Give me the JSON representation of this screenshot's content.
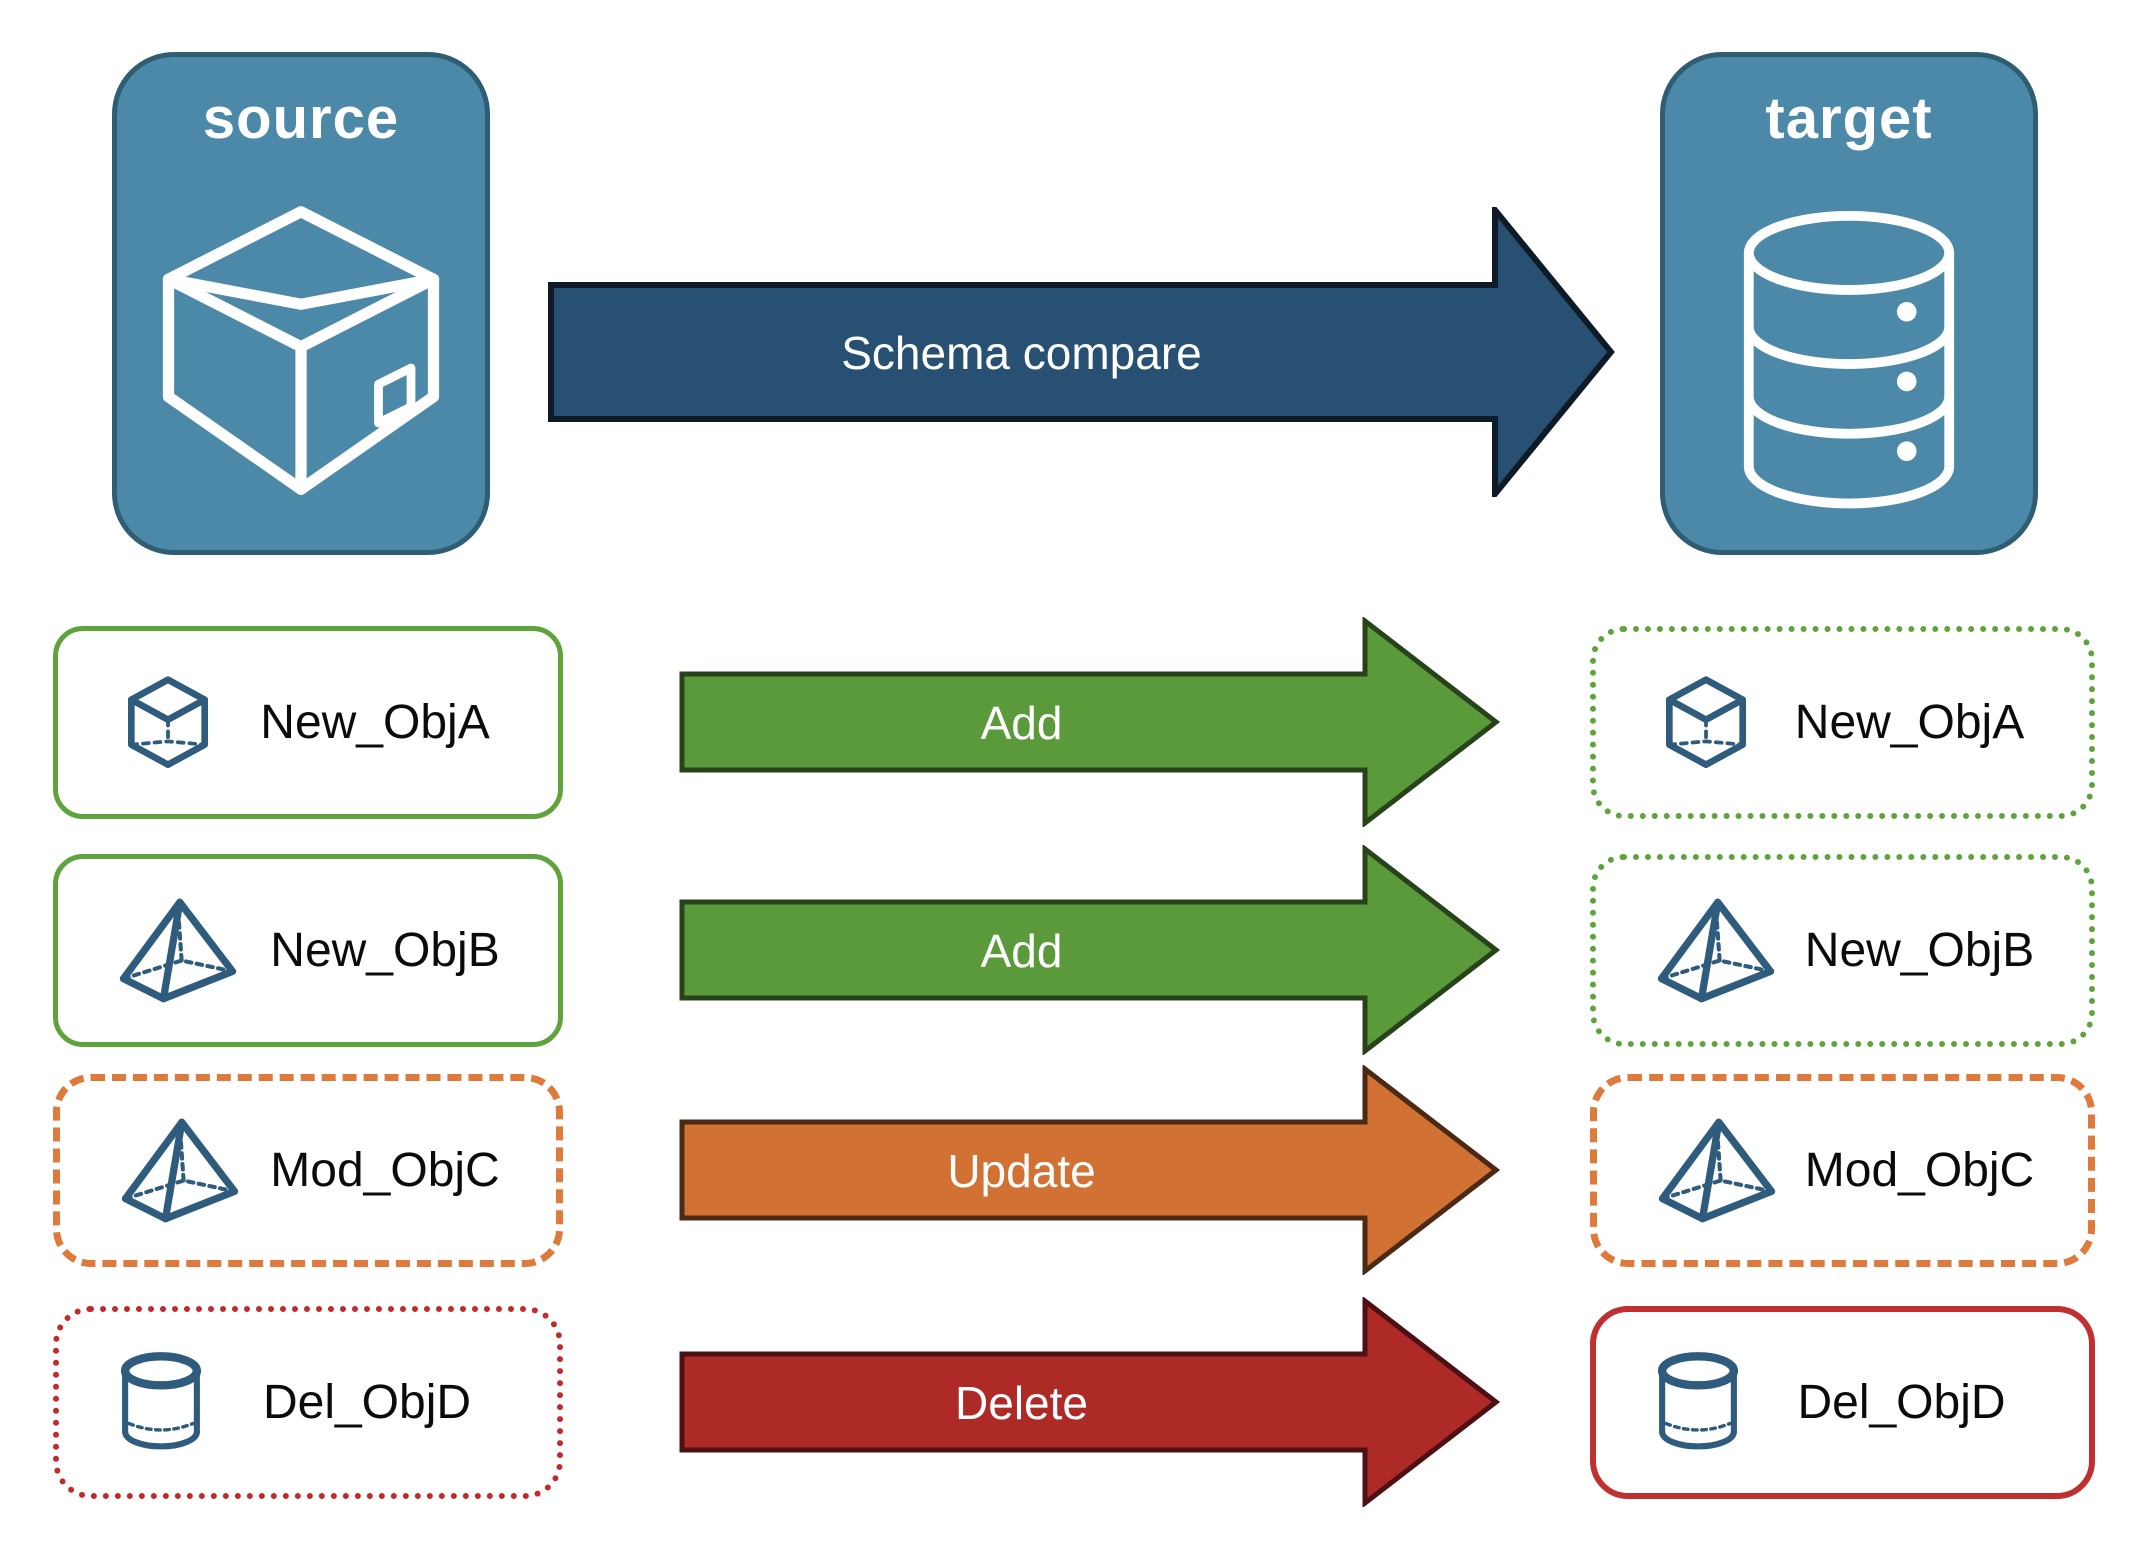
{
  "diagram": {
    "source_panel": {
      "title": "source",
      "icon": "package-icon"
    },
    "target_panel": {
      "title": "target",
      "icon": "database-icon"
    },
    "compare_arrow": {
      "label": "Schema compare",
      "color": "#275073"
    },
    "rows": [
      {
        "object": "New_ObjA",
        "icon": "cube-icon",
        "action": "Add",
        "action_color": "#5B9A3A",
        "source_border": "solid-green",
        "target_border": "dotted-green"
      },
      {
        "object": "New_ObjB",
        "icon": "pyramid-icon",
        "action": "Add",
        "action_color": "#5B9A3A",
        "source_border": "solid-green",
        "target_border": "dotted-green"
      },
      {
        "object": "Mod_ObjC",
        "icon": "pyramid-icon",
        "action": "Update",
        "action_color": "#D17134",
        "source_border": "dashed-orange",
        "target_border": "dashed-orange"
      },
      {
        "object": "Del_ObjD",
        "icon": "cylinder-icon",
        "action": "Delete",
        "action_color": "#AD2A26",
        "source_border": "dotted-red",
        "target_border": "solid-red"
      }
    ],
    "colors": {
      "panel_blue": "#4C89A8",
      "panel_border": "#2F5D73",
      "compare_navy": "#275073",
      "add_green": "#5B9A3A",
      "update_orange": "#D17134",
      "delete_red": "#AD2A26",
      "green_border": "#5FA33C",
      "orange_border": "#DD7A3C",
      "red_border": "#C12A2A",
      "icon_steel_blue": "#2F5B7C"
    }
  }
}
